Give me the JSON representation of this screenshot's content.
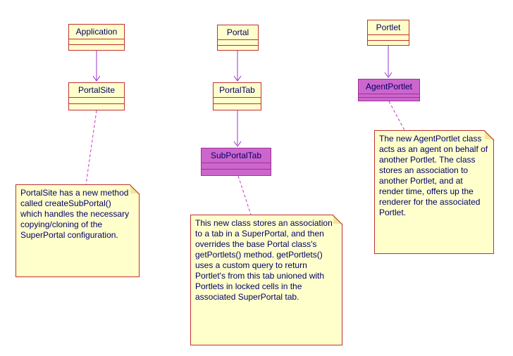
{
  "colors": {
    "class_fill": "#ffffcc",
    "class_border": "#c03030",
    "highlight_fill": "#cc66cc",
    "highlight_border": "#993399",
    "note_fill": "#ffffcc",
    "note_border": "#c03030",
    "fold_fill": "#f2e69a",
    "text_color": "#000066",
    "arrow_color": "#9933cc",
    "anchor_color": "#cc33cc"
  },
  "classes": {
    "application": {
      "name": "Application"
    },
    "portalsite": {
      "name": "PortalSite"
    },
    "portal": {
      "name": "Portal"
    },
    "portaltab": {
      "name": "PortalTab"
    },
    "subportaltab": {
      "name": "SubPortalTab"
    },
    "portlet": {
      "name": "Portlet"
    },
    "agentportlet": {
      "name": "AgentPortlet"
    }
  },
  "notes": {
    "portalsite": {
      "text": "PortalSite has a new method called createSubPortal() which handles the necessary copying/cloning of the SuperPortal configuration."
    },
    "subportaltab": {
      "text": "This new class stores an association to a tab in a SuperPortal, and then overrides the base Portal class's getPortlets() method. getPortlets() uses a custom query to return Portlet's from this tab unioned with Portlets in locked cells in the associated SuperPortal tab."
    },
    "agentportlet": {
      "text": "The new AgentPortlet class acts as an agent on behalf of another Portlet. The class stores an association to another Portlet, and at render time, offers up the renderer for the associated Portlet."
    }
  }
}
